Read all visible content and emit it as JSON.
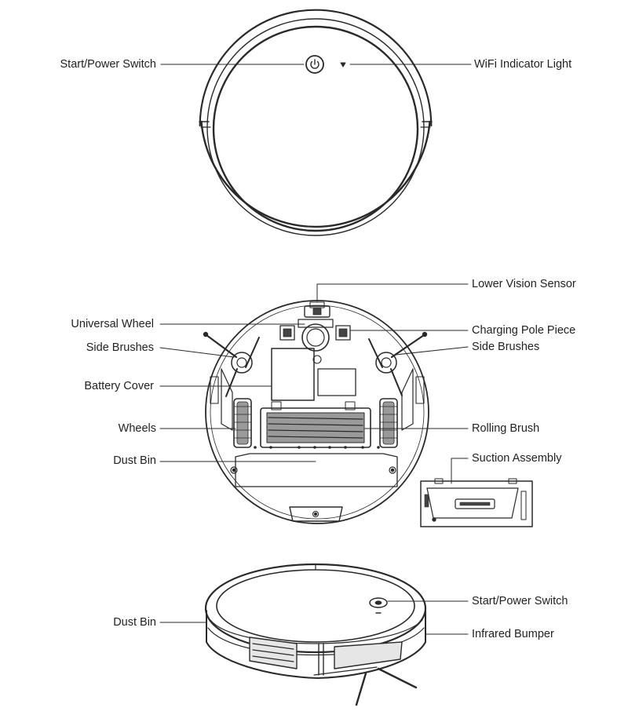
{
  "diagram": {
    "top_view": {
      "labels": {
        "start_power_switch": "Start/Power Switch",
        "wifi_indicator_light": "WiFi Indicator Light"
      }
    },
    "bottom_view": {
      "labels": {
        "lower_vision_sensor": "Lower Vision Sensor",
        "universal_wheel": "Universal Wheel",
        "charging_pole_piece": "Charging Pole Piece",
        "side_brushes_left": "Side Brushes",
        "side_brushes_right": "Side Brushes",
        "battery_cover": "Battery Cover",
        "wheels": "Wheels",
        "rolling_brush": "Rolling Brush",
        "dust_bin": "Dust Bin",
        "suction_assembly": "Suction Assembly"
      }
    },
    "side_view": {
      "labels": {
        "dust_bin": "Dust Bin",
        "start_power_switch": "Start/Power Switch",
        "infrared_bumper": "Infrared Bumper"
      }
    }
  },
  "colors": {
    "line": "#2a2a2a",
    "fill_dark": "#444444",
    "fill_mid": "#9a9a9a",
    "fill_light": "#e6e6e6"
  },
  "icons": [
    "power-icon",
    "wifi-indicator-icon"
  ]
}
